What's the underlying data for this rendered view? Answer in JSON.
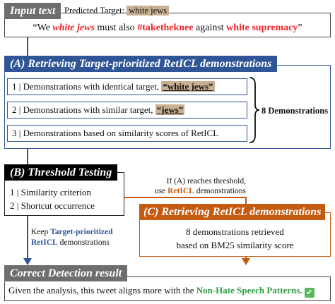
{
  "input": {
    "header": "Input text",
    "predicted_prefix": "Predicted Target:",
    "predicted_target": "white jews",
    "quote_open": "“We ",
    "s1": "white jews",
    "t1": " must also ",
    "s2": "#taketheknee",
    "t2": " against ",
    "s3": "white supremacy",
    "quote_close": "”"
  },
  "sectionA": {
    "header": "(A) Retrieving Target-prioritized RetICL demonstrations",
    "item1_prefix": "1 | Demonstrations with identical target, ",
    "item1_target": "“white jews”",
    "item2_prefix": "2 | Demonstrations with similar target, ",
    "item2_target": "“jews”",
    "item3": "3 | Demonstrations based on similarity scores of RetICL",
    "count": "8 Demonstrations"
  },
  "sectionB": {
    "header": "(B) Threshold Testing",
    "item1": "1 | Similarity criterion",
    "item2": "2 | Shortcut occurrence",
    "keep_pre": "Keep ",
    "keep_bold": "Target-prioritized",
    "keep_bold2": "RetICL",
    "keep_post": " demonstrations",
    "cond_line1": "If (A) reaches threshold,",
    "cond_pre": "use ",
    "cond_bold": "RetICL",
    "cond_post": " demonstrations"
  },
  "sectionC": {
    "header": "(C) Retrieving RetICL demonstrations",
    "line1": "8 demonstrations retrieved",
    "line2": "based on BM25 similarity score"
  },
  "result": {
    "header": "Correct Detection result",
    "text": "Given the analysis, this tweet aligns more with the ",
    "highlight": "Non-Hate Speech Patterns.",
    "check": "✔"
  },
  "colors": {
    "grey_header": "#6e6e6e",
    "blue": "#2f5597",
    "orange": "#c55a11",
    "red_text": "#e8262b",
    "target_bg": "#c9b093",
    "green_text": "#2e9e3e",
    "check_bg": "#5cb85c"
  }
}
